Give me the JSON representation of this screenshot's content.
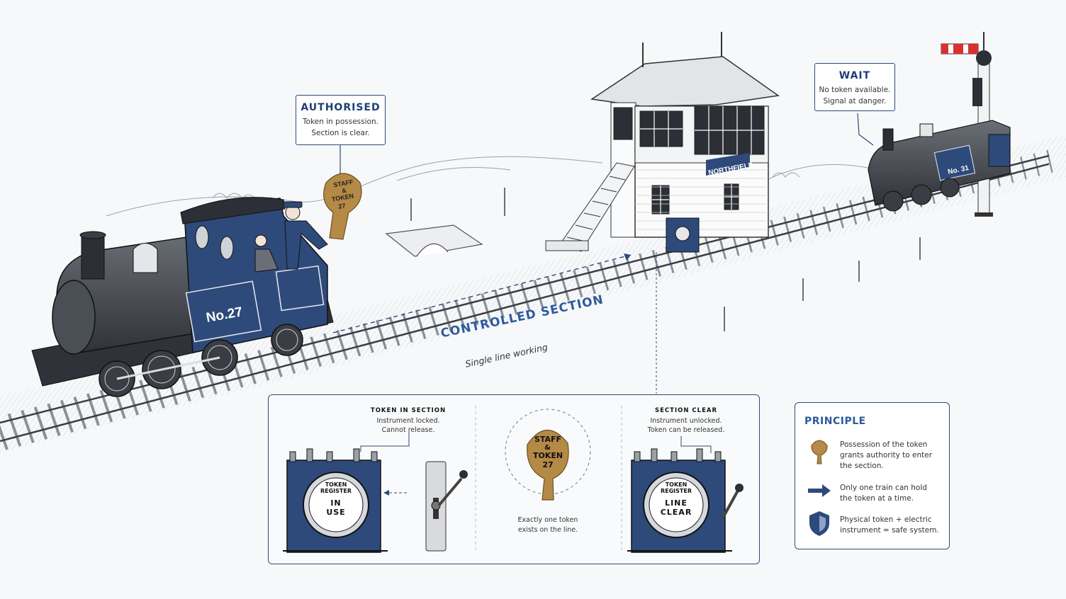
{
  "callouts": {
    "authorised": {
      "title": "AUTHORISED",
      "line1": "Token in possession.",
      "line2": "Section is clear."
    },
    "wait": {
      "title": "WAIT",
      "line1": "No token available.",
      "line2": "Signal at danger."
    }
  },
  "scene": {
    "train_left_number": "No.27",
    "train_right_number": "No. 31",
    "signal_box_name": "NORTHFIELD",
    "staff_label": [
      "STAFF",
      "&",
      "TOKEN",
      "27"
    ],
    "section_title": "CONTROLLED SECTION",
    "section_subtitle": "Single line working"
  },
  "instruments": {
    "left": {
      "heading": "TOKEN IN SECTION",
      "line1": "Instrument locked.",
      "line2": "Cannot release.",
      "dial_top1": "TOKEN",
      "dial_top2": "REGISTER",
      "dial_state1": "IN",
      "dial_state2": "USE"
    },
    "middle": {
      "staff": [
        "STAFF",
        "&",
        "TOKEN",
        "27"
      ],
      "line1": "Exactly one token",
      "line2": "exists on the line."
    },
    "right": {
      "heading": "SECTION CLEAR",
      "line1": "Instrument unlocked.",
      "line2": "Token can be released.",
      "dial_top1": "TOKEN",
      "dial_top2": "REGISTER",
      "dial_state1": "LINE",
      "dial_state2": "CLEAR"
    }
  },
  "principle": {
    "title": "PRINCIPLE",
    "items": [
      {
        "icon": "token-icon",
        "line1": "Possession of the token",
        "line2": "grants authority to enter",
        "line3": "the section."
      },
      {
        "icon": "arrow-icon",
        "line1": "Only one train can hold",
        "line2": "the token at a time."
      },
      {
        "icon": "shield-icon",
        "line1": "Physical token + electric",
        "line2": "instrument = safe system."
      }
    ]
  },
  "colors": {
    "navy": "#2e4a7a",
    "brass": "#b58a46",
    "signal_red": "#d8322e"
  }
}
